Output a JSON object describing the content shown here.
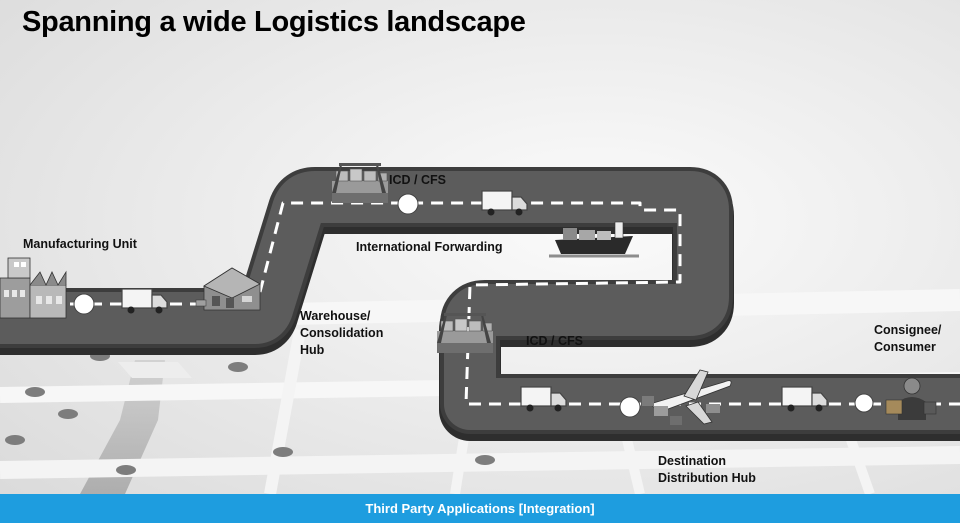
{
  "title": "Spanning a wide Logistics landscape",
  "labels": {
    "manufacturing_unit": "Manufacturing Unit",
    "icd_cfs_top": "ICD / CFS",
    "international_forwarding": "International Forwarding",
    "warehouse": [
      "Warehouse/",
      "Consolidation",
      "Hub"
    ],
    "icd_cfs_mid": "ICD / CFS",
    "consignee": [
      "Consignee/",
      "Consumer"
    ],
    "destination_hub": [
      "Destination",
      "Distribution Hub"
    ]
  },
  "footer": {
    "text": "Third Party Applications [Integration]"
  },
  "colors": {
    "footer": "#1e9ddf",
    "road": "#5a5a5a",
    "road_edge": "#3a3a3a",
    "dash": "#ffffff"
  },
  "icons": [
    "factory-icon",
    "warehouse-icon",
    "container-terminal-icon",
    "truck-icon",
    "cargo-ship-icon",
    "cargo-plane-icon",
    "consignee-person-icon"
  ]
}
